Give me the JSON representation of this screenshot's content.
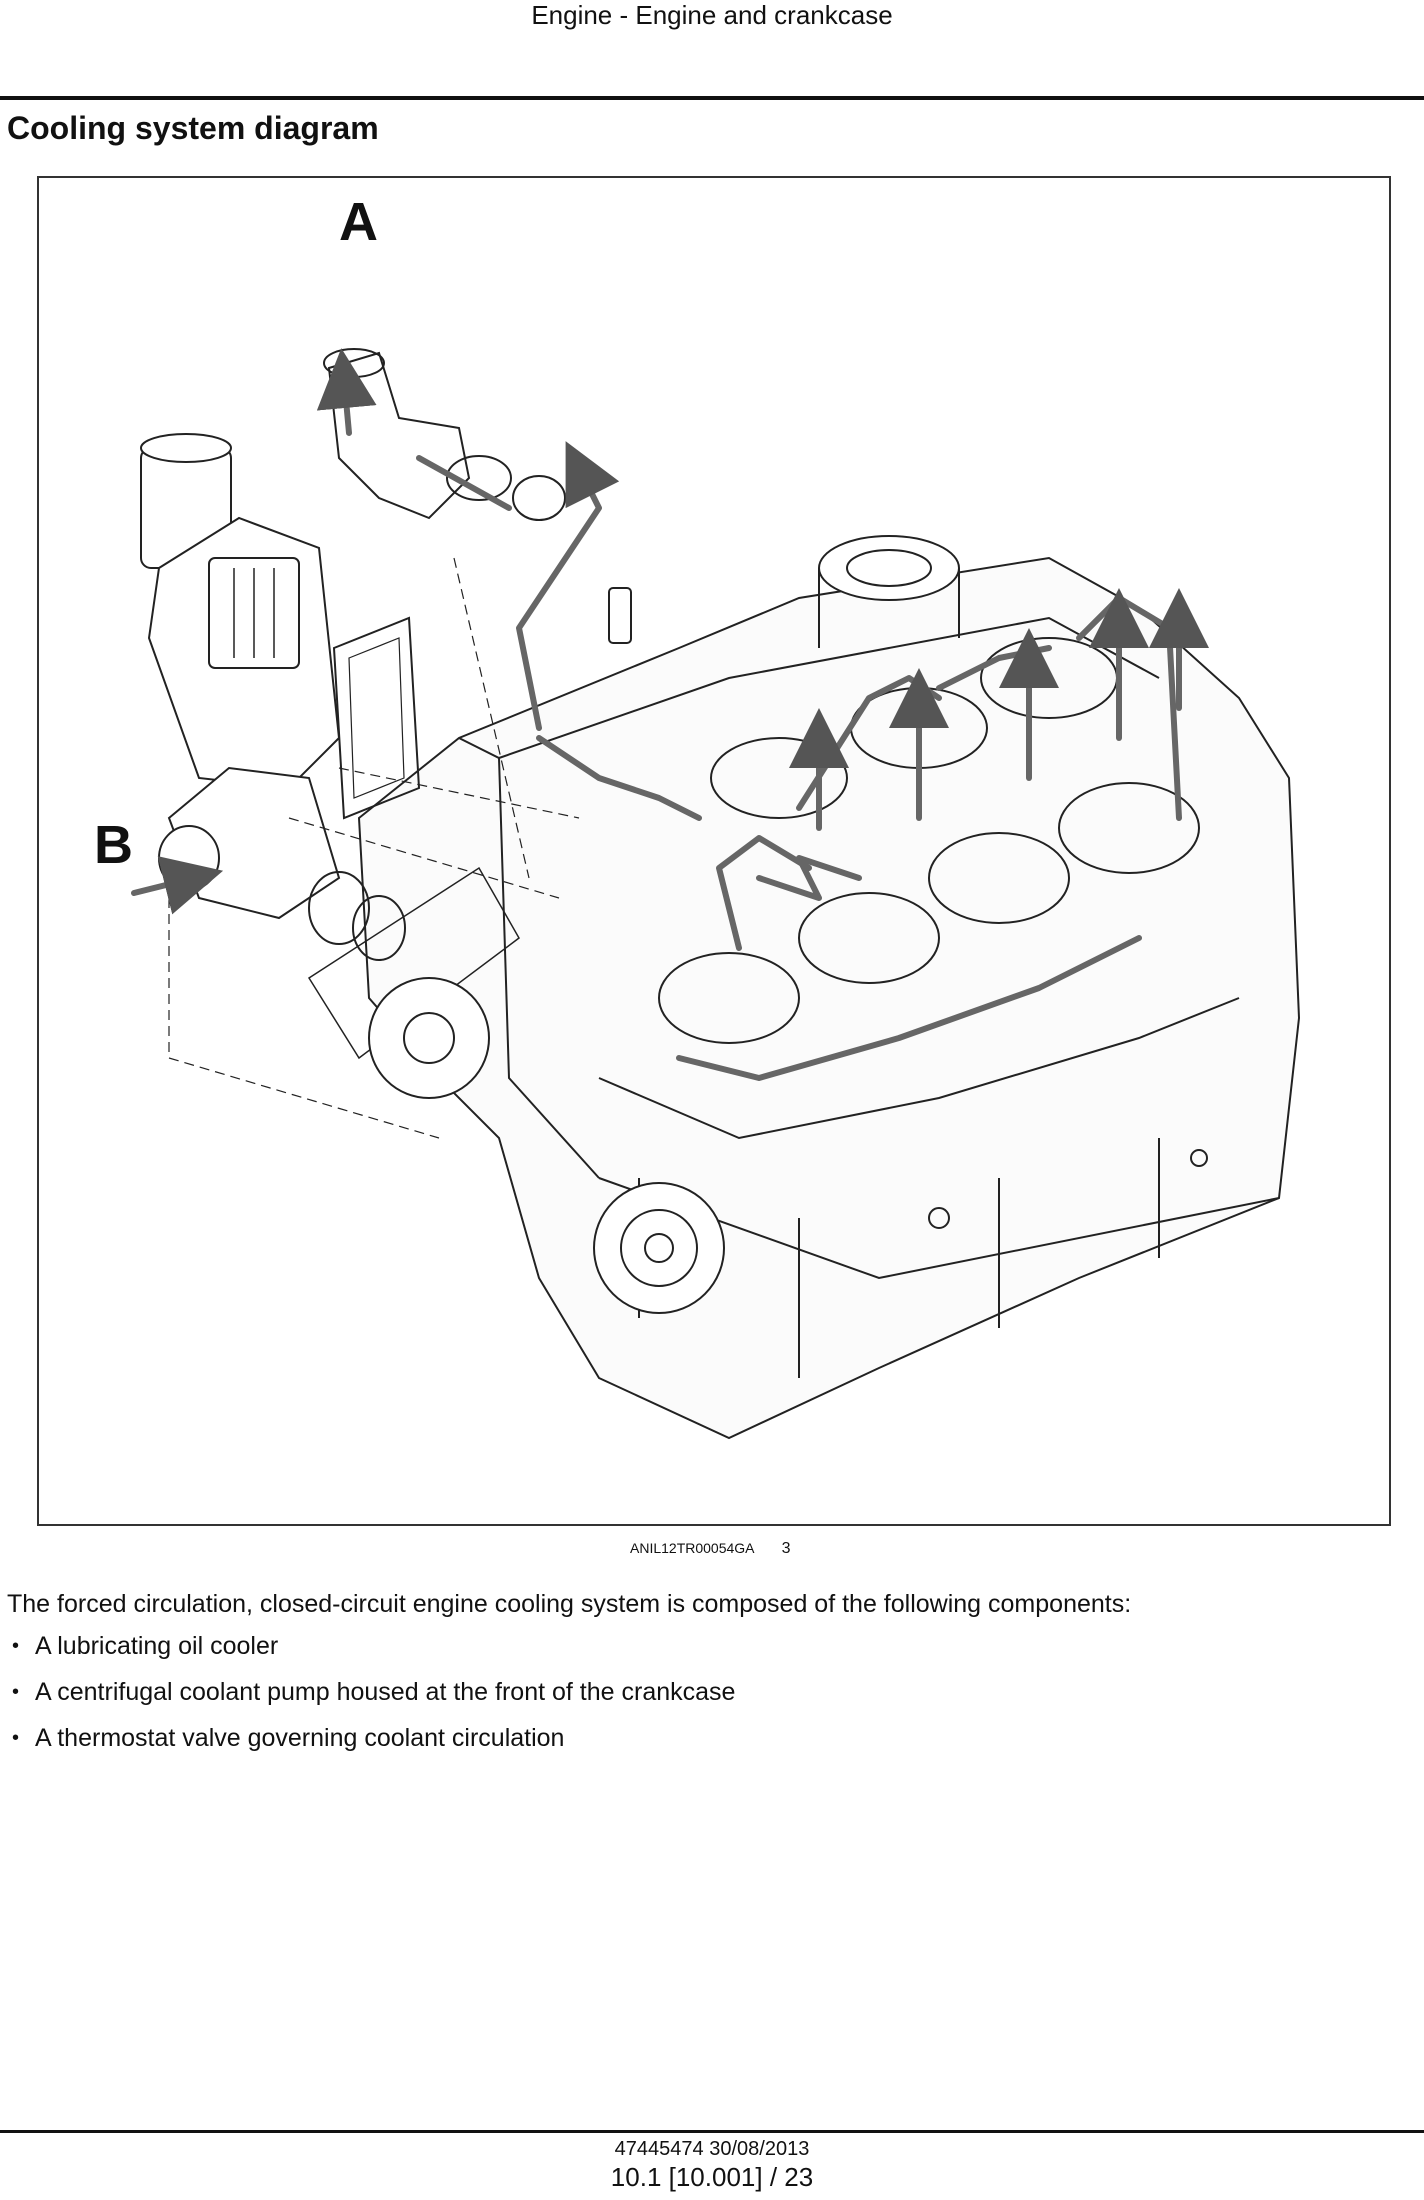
{
  "header": {
    "title": "Engine - Engine and crankcase"
  },
  "section": {
    "title": "Cooling system diagram"
  },
  "figure": {
    "label_a": "A",
    "label_b": "B",
    "code": "ANIL12TR00054GA",
    "number": "3"
  },
  "body": {
    "intro": "The forced circulation, closed-circuit engine cooling system is composed of the following components:",
    "items": [
      "A lubricating oil cooler",
      "A centrifugal coolant pump housed at the front of the crankcase",
      "A thermostat valve governing coolant circulation"
    ]
  },
  "footer": {
    "doc_line": "47445474 30/08/2013",
    "page_line": "10.1 [10.001] / 23"
  }
}
